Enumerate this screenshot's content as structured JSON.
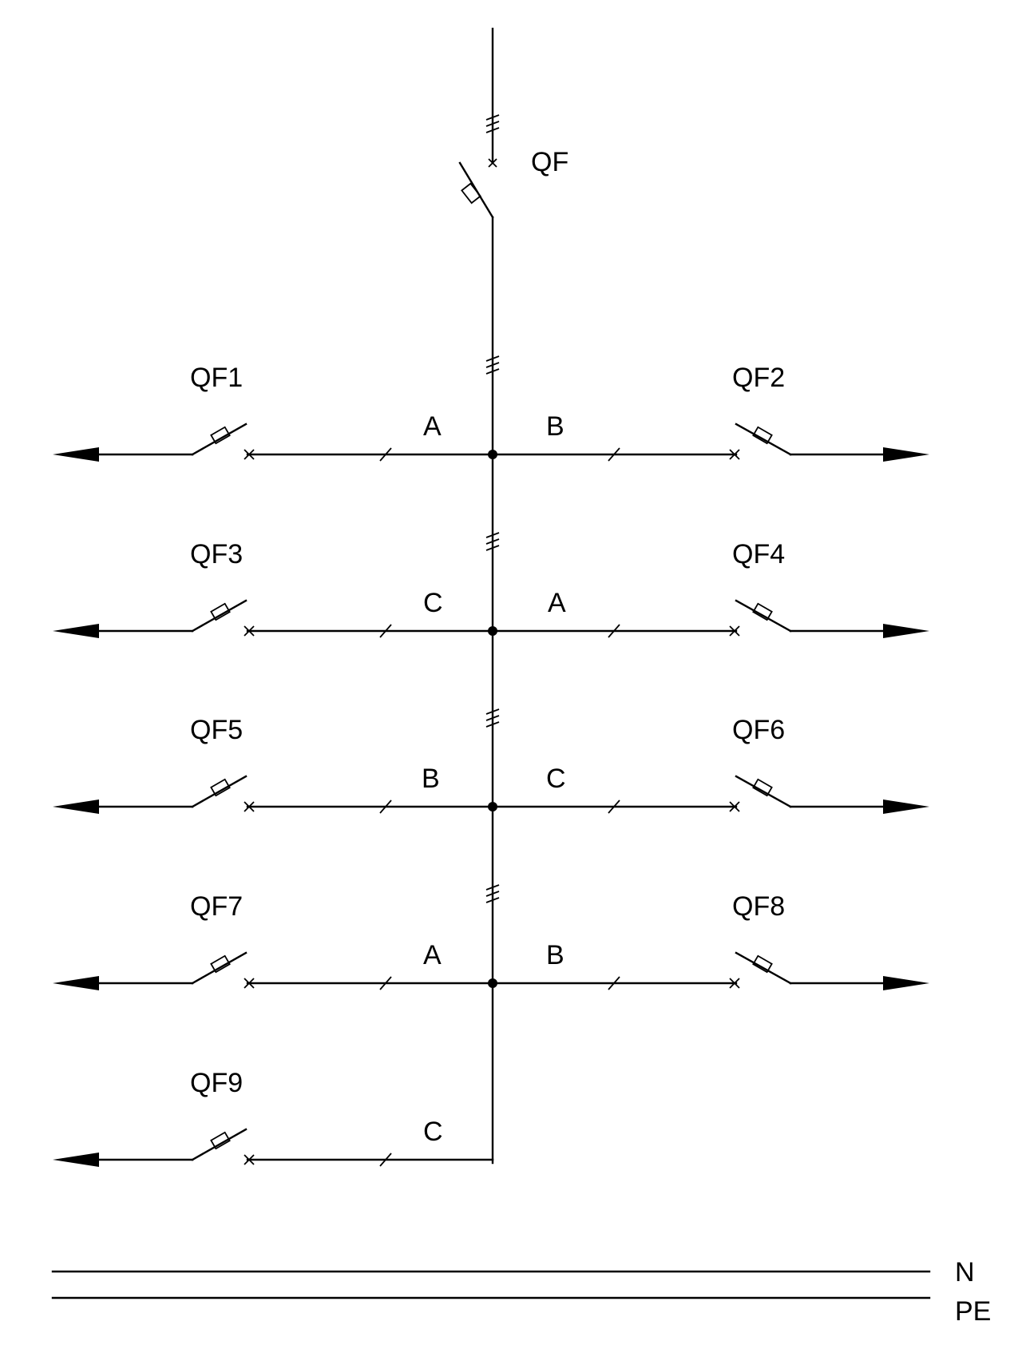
{
  "diagram": {
    "main_breaker": {
      "label": "QF"
    },
    "rows": [
      {
        "left": {
          "breaker": "QF1",
          "phase": "A"
        },
        "right": {
          "breaker": "QF2",
          "phase": "B"
        }
      },
      {
        "left": {
          "breaker": "QF3",
          "phase": "C"
        },
        "right": {
          "breaker": "QF4",
          "phase": "A"
        }
      },
      {
        "left": {
          "breaker": "QF5",
          "phase": "B"
        },
        "right": {
          "breaker": "QF6",
          "phase": "C"
        }
      },
      {
        "left": {
          "breaker": "QF7",
          "phase": "A"
        },
        "right": {
          "breaker": "QF8",
          "phase": "B"
        }
      },
      {
        "left": {
          "breaker": "QF9",
          "phase": "C"
        },
        "right": null
      }
    ],
    "buses": [
      {
        "label": "N"
      },
      {
        "label": "PE"
      }
    ]
  }
}
